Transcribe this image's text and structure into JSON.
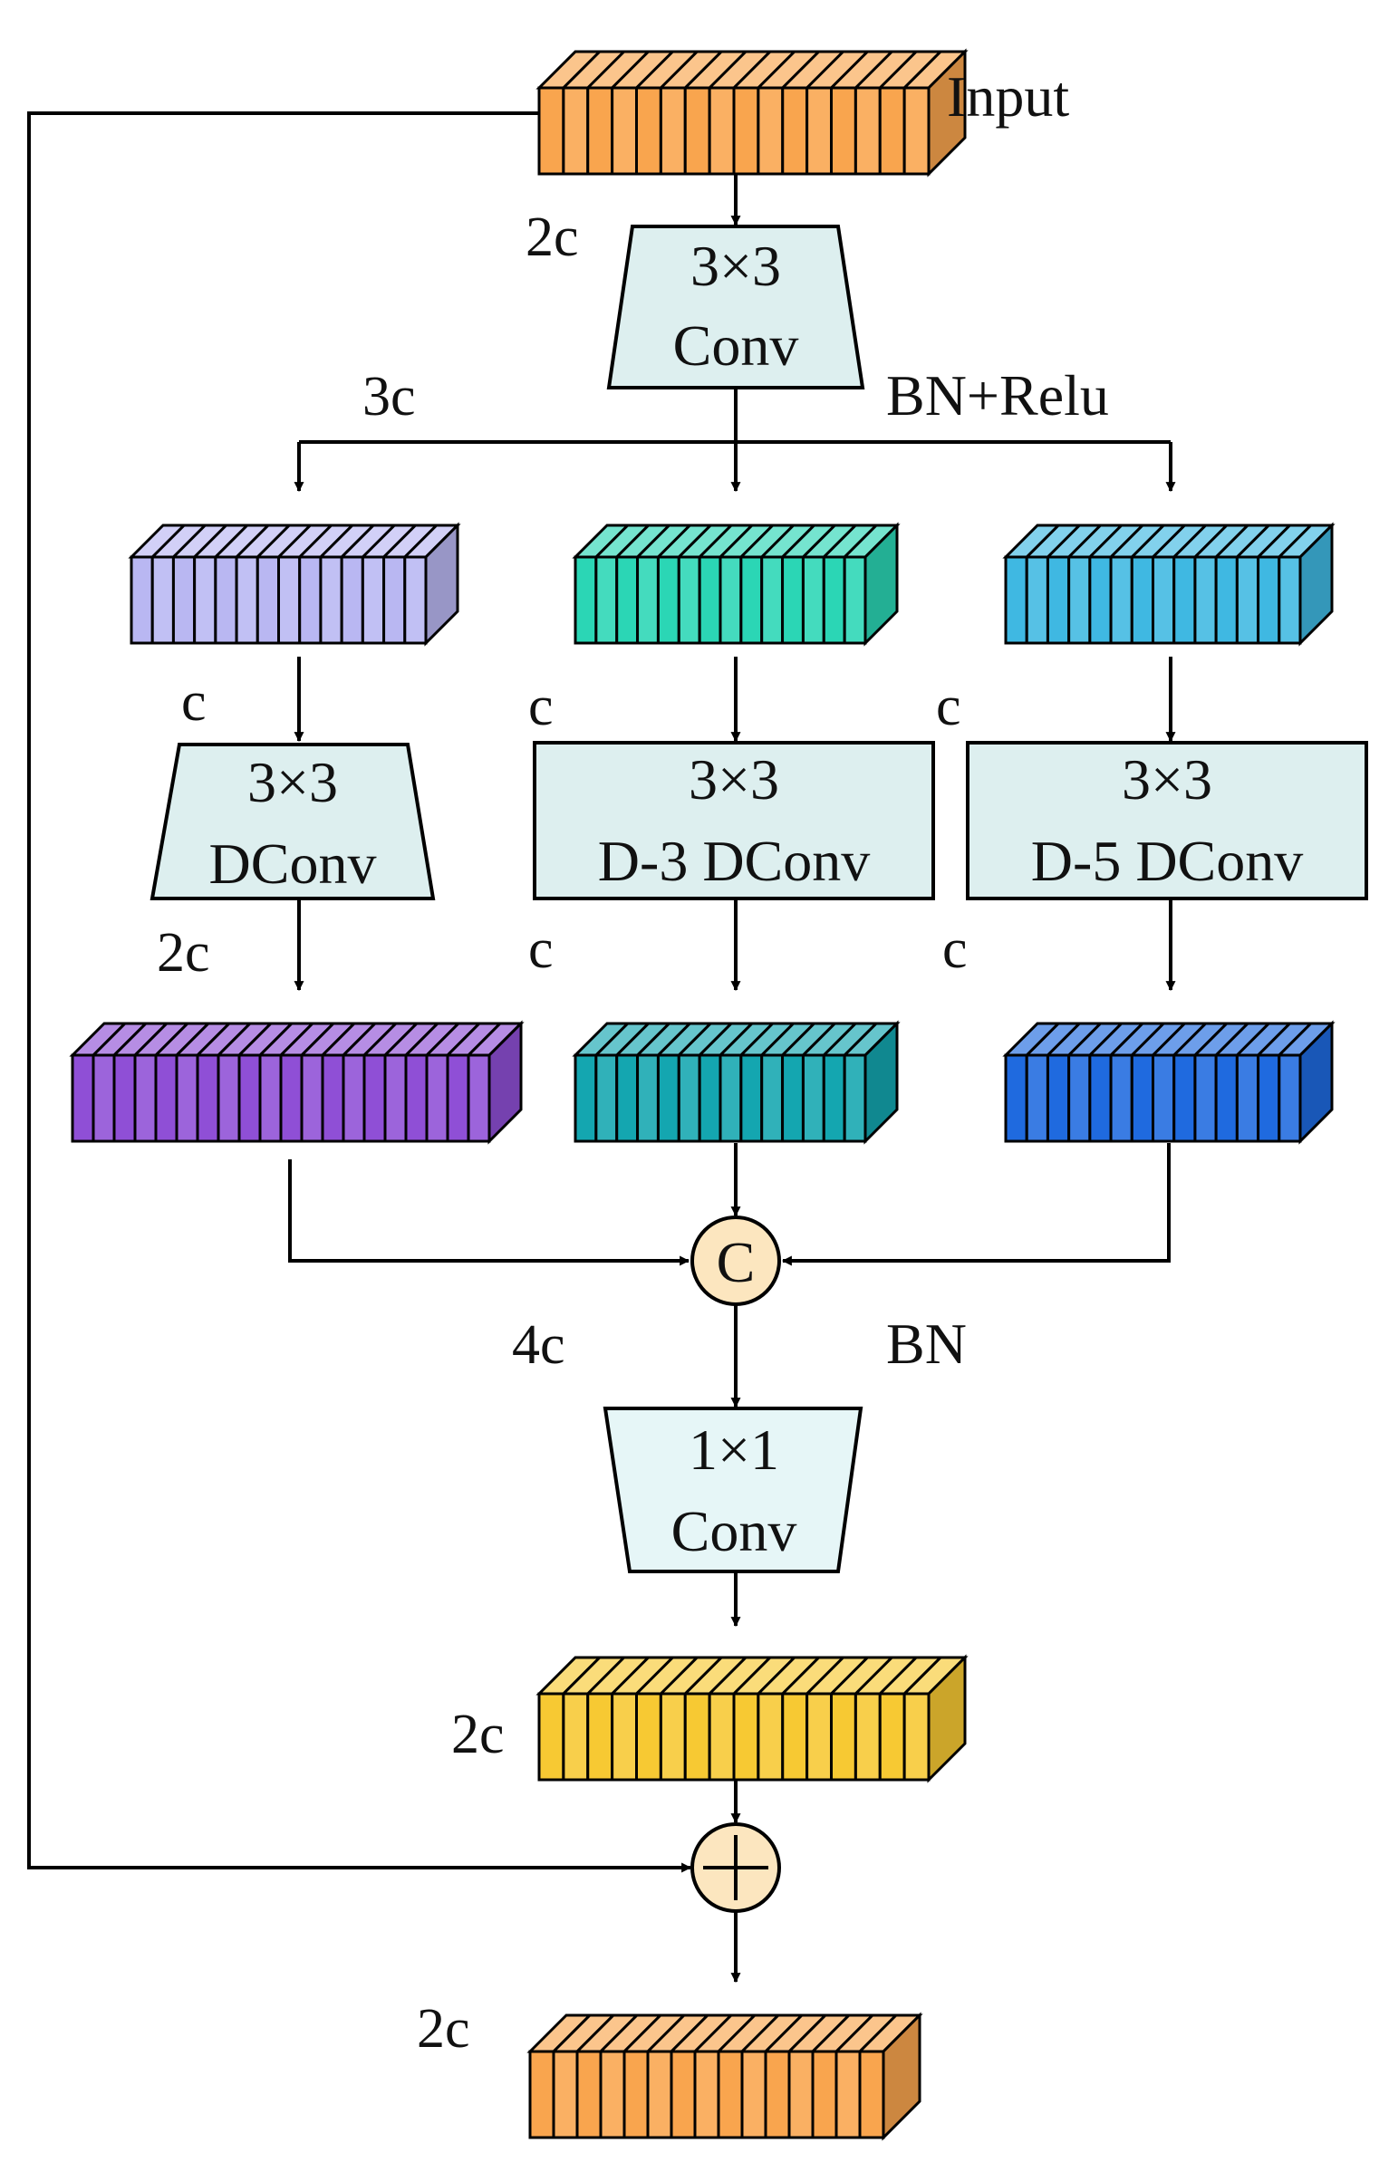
{
  "labels": {
    "input": "Input",
    "ch_2c_top": "2c",
    "ch_3c": "3c",
    "bn_relu": "BN+Relu",
    "ch_c_left": "c",
    "ch_c_mid": "c",
    "ch_c_right": "c",
    "ch_2c_left": "2c",
    "ch_c_mid2": "c",
    "ch_c_right2": "c",
    "ch_4c": "4c",
    "bn": "BN",
    "ch_2c_yellow": "2c",
    "ch_2c_out": "2c"
  },
  "ops": {
    "conv3x3": {
      "line1": "3×3",
      "line2": "Conv"
    },
    "dconv": {
      "line1": "3×3",
      "line2": "DConv"
    },
    "d3dconv": {
      "line1": "3×3",
      "line2": "D-3 DConv"
    },
    "d5dconv": {
      "line1": "3×3",
      "line2": "D-5 DConv"
    },
    "conv1x1": {
      "line1": "1×1",
      "line2": "Conv"
    },
    "concat": "C",
    "add": "+"
  },
  "colors": {
    "input_block": "#F9A54E",
    "purple_light": "#B9B7F2",
    "teal_light": "#2BD6B5",
    "sky": "#3FB8E2",
    "purple_dark": "#8F4FD6",
    "teal_dark": "#14A6B0",
    "blue_dark": "#1F6ADF",
    "yellow_block": "#F7C933",
    "output_block": "#F9A54E",
    "op_fill": "#DDEFEF",
    "node_fill": "#FCE6BF"
  }
}
